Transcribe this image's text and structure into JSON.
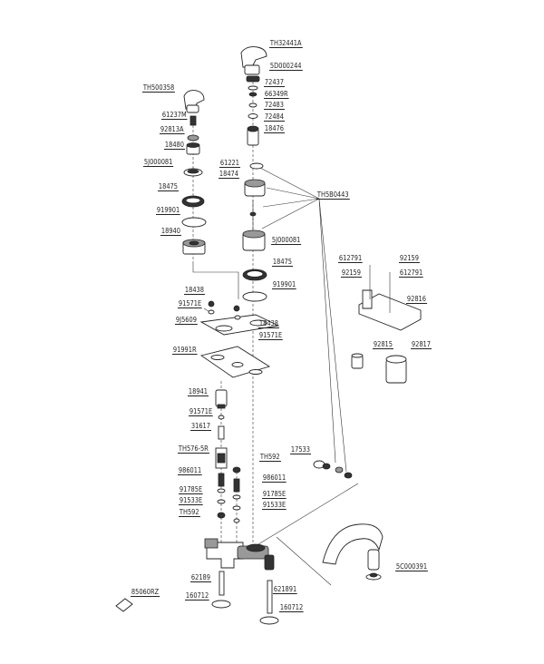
{
  "labels": {
    "l_TH32441A": "TH32441A",
    "l_5D000244": "5D000244",
    "l_72437": "72437",
    "l_66349R": "66349R",
    "l_72483": "72483",
    "l_72484": "72484",
    "l_18476": "18476",
    "l_TH500358": "TH500358",
    "l_61237M": "61237M",
    "l_92813A": "92813A",
    "l_18480": "18480",
    "l_5J000081a": "5J000081",
    "l_18475a": "18475",
    "l_919901a": "919901",
    "l_18940": "18940",
    "l_61221": "61221",
    "l_18474": "18474",
    "l_TH5B0443": "TH5B0443",
    "l_5J000081b": "5J000081",
    "l_18475b": "18475",
    "l_919901b": "919901",
    "l_612791a": "612791",
    "l_92159a": "92159",
    "l_92159b": "92159",
    "l_612791b": "612791",
    "l_92816": "92816",
    "l_18438a": "18438",
    "l_91571Ea": "91571E",
    "l_9J5609": "9J5609",
    "l_18438b": "18438",
    "l_91571Eb": "91571E",
    "l_91991R": "91991R",
    "l_92815": "92815",
    "l_92817": "92817",
    "l_18941": "18941",
    "l_91571Ec": "91571E",
    "l_31617": "31617",
    "l_17533": "17533",
    "l_TH576-5R": "TH576-5R",
    "l_TH592a": "TH592",
    "l_986011a": "986011",
    "l_986011b": "986011",
    "l_91785Ea": "91785E",
    "l_91785Eb": "91785E",
    "l_91533Ea": "91533E",
    "l_91533Eb": "91533E",
    "l_TH592b": "TH592",
    "l_5C000391": "5C000391",
    "l_62189": "62189",
    "l_621891": "621891",
    "l_85060RZ": "85060RZ",
    "l_160712a": "160712",
    "l_160712b": "160712"
  }
}
